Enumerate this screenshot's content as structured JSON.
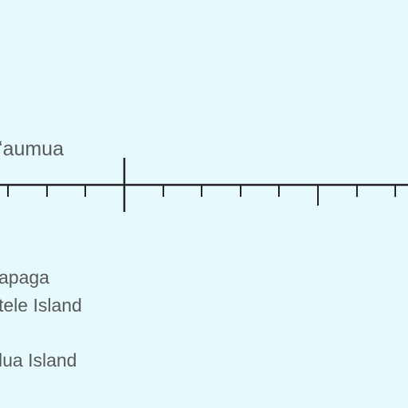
{
  "map": {
    "background_color": "#e6f9fd",
    "label_color": "#585858",
    "labels": {
      "top": "ʻaumua",
      "label_1": "apaga",
      "label_2": "tele Island",
      "label_3": "lua Island"
    }
  }
}
